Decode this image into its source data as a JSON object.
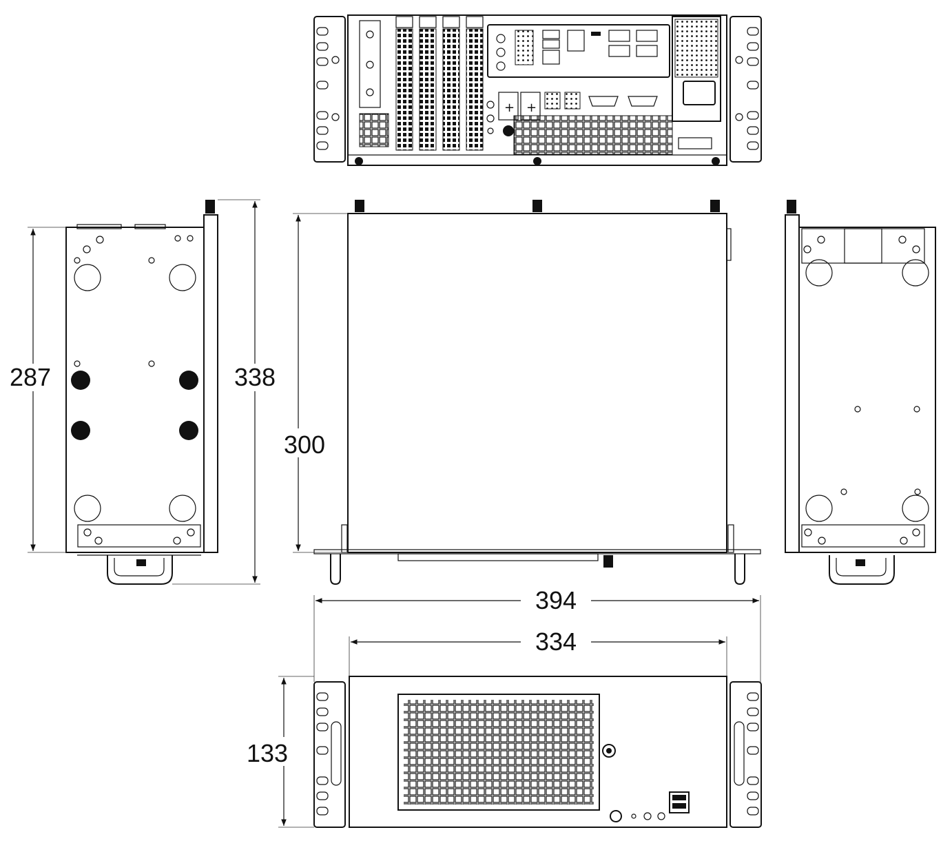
{
  "dimensions": {
    "side_left_height": "287",
    "side_left_overall": "338",
    "top_view_depth": "300",
    "front_overall_width": "394",
    "front_body_width": "334",
    "front_height": "133"
  },
  "colors": {
    "line": "#111111",
    "background": "#ffffff"
  }
}
